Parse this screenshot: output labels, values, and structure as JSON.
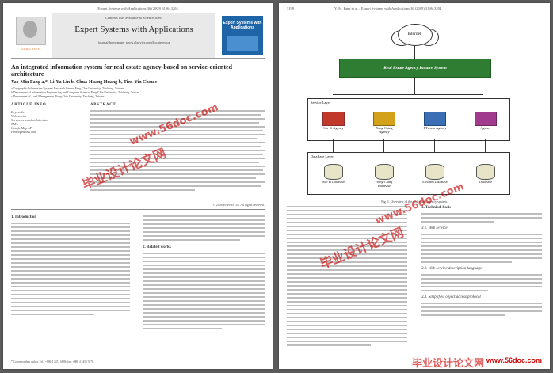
{
  "page1": {
    "running_head": "Expert Systems with Applications 36 (2009) 3196–3204",
    "contents_line": "Contents lists available at ScienceDirect",
    "journal_title": "Expert Systems with Applications",
    "journal_homepage": "journal homepage: www.elsevier.com/locate/eswa",
    "publisher": "ELSEVIER",
    "cover_title": "Expert Systems with Applications",
    "article_title": "An integrated information system for real estate agency-based on service-oriented architecture",
    "authors": "Yao-Min Fang a,*, Li-Yu Lin b, Chua-Huang Huang b, Tien-Yin Chou c",
    "affiliations": [
      "a Geographic Information Systems Research Center, Feng Chia University, Taichung, Taiwan",
      "b Department of Information Engineering and Computer Science, Feng Chia University, Taichung, Taiwan",
      "c Department of Land Management, Feng Chia University, Taichung, Taiwan"
    ],
    "article_info_label": "ARTICLE INFO",
    "abstract_label": "ABSTRACT",
    "keywords_label": "Keywords:",
    "keywords": [
      "Web service",
      "Service-oriented architecture",
      "XML",
      "Google Map API",
      "Heterogeneous data"
    ],
    "copyright": "© 2008 Elsevier Ltd. All rights reserved.",
    "sections": {
      "intro": "1. Introduction",
      "related": "2. Related works"
    },
    "footnote": "* Corresponding author. Tel.: +886 4 2451 6669; fax: +886 4 2451 9278."
  },
  "page2": {
    "page_number": "3198",
    "running_head": "Y.-M. Fang et al. / Expert Systems with Applications 36 (2009) 3196–3204",
    "figure": {
      "internet_label": "Internet",
      "system_label": "Real Estate Agency Inquire System",
      "service_layer_label": "Service Layer",
      "agents": [
        "Sin-Yi Agency",
        "Yung-Ching Agency",
        "ETwarm Agency",
        "Agency"
      ],
      "data_layer_label": "DataBase Layer",
      "databases": [
        "Sin-Yi DataBase",
        "Yung-Ching DataBase",
        "ETwarm DataBase",
        "DataBase"
      ],
      "caption": "Fig. 1. Overview of the real estate agency system."
    },
    "sections": {
      "background": "3. Technical basis",
      "webservice": "3.1. Web service",
      "wsdl": "3.2. Web service description language",
      "soap": "3.3. Simplified object access protocol"
    }
  },
  "watermark": {
    "text": "毕业设计论文网",
    "site": "www.56doc.com",
    "color": "#c80000"
  }
}
